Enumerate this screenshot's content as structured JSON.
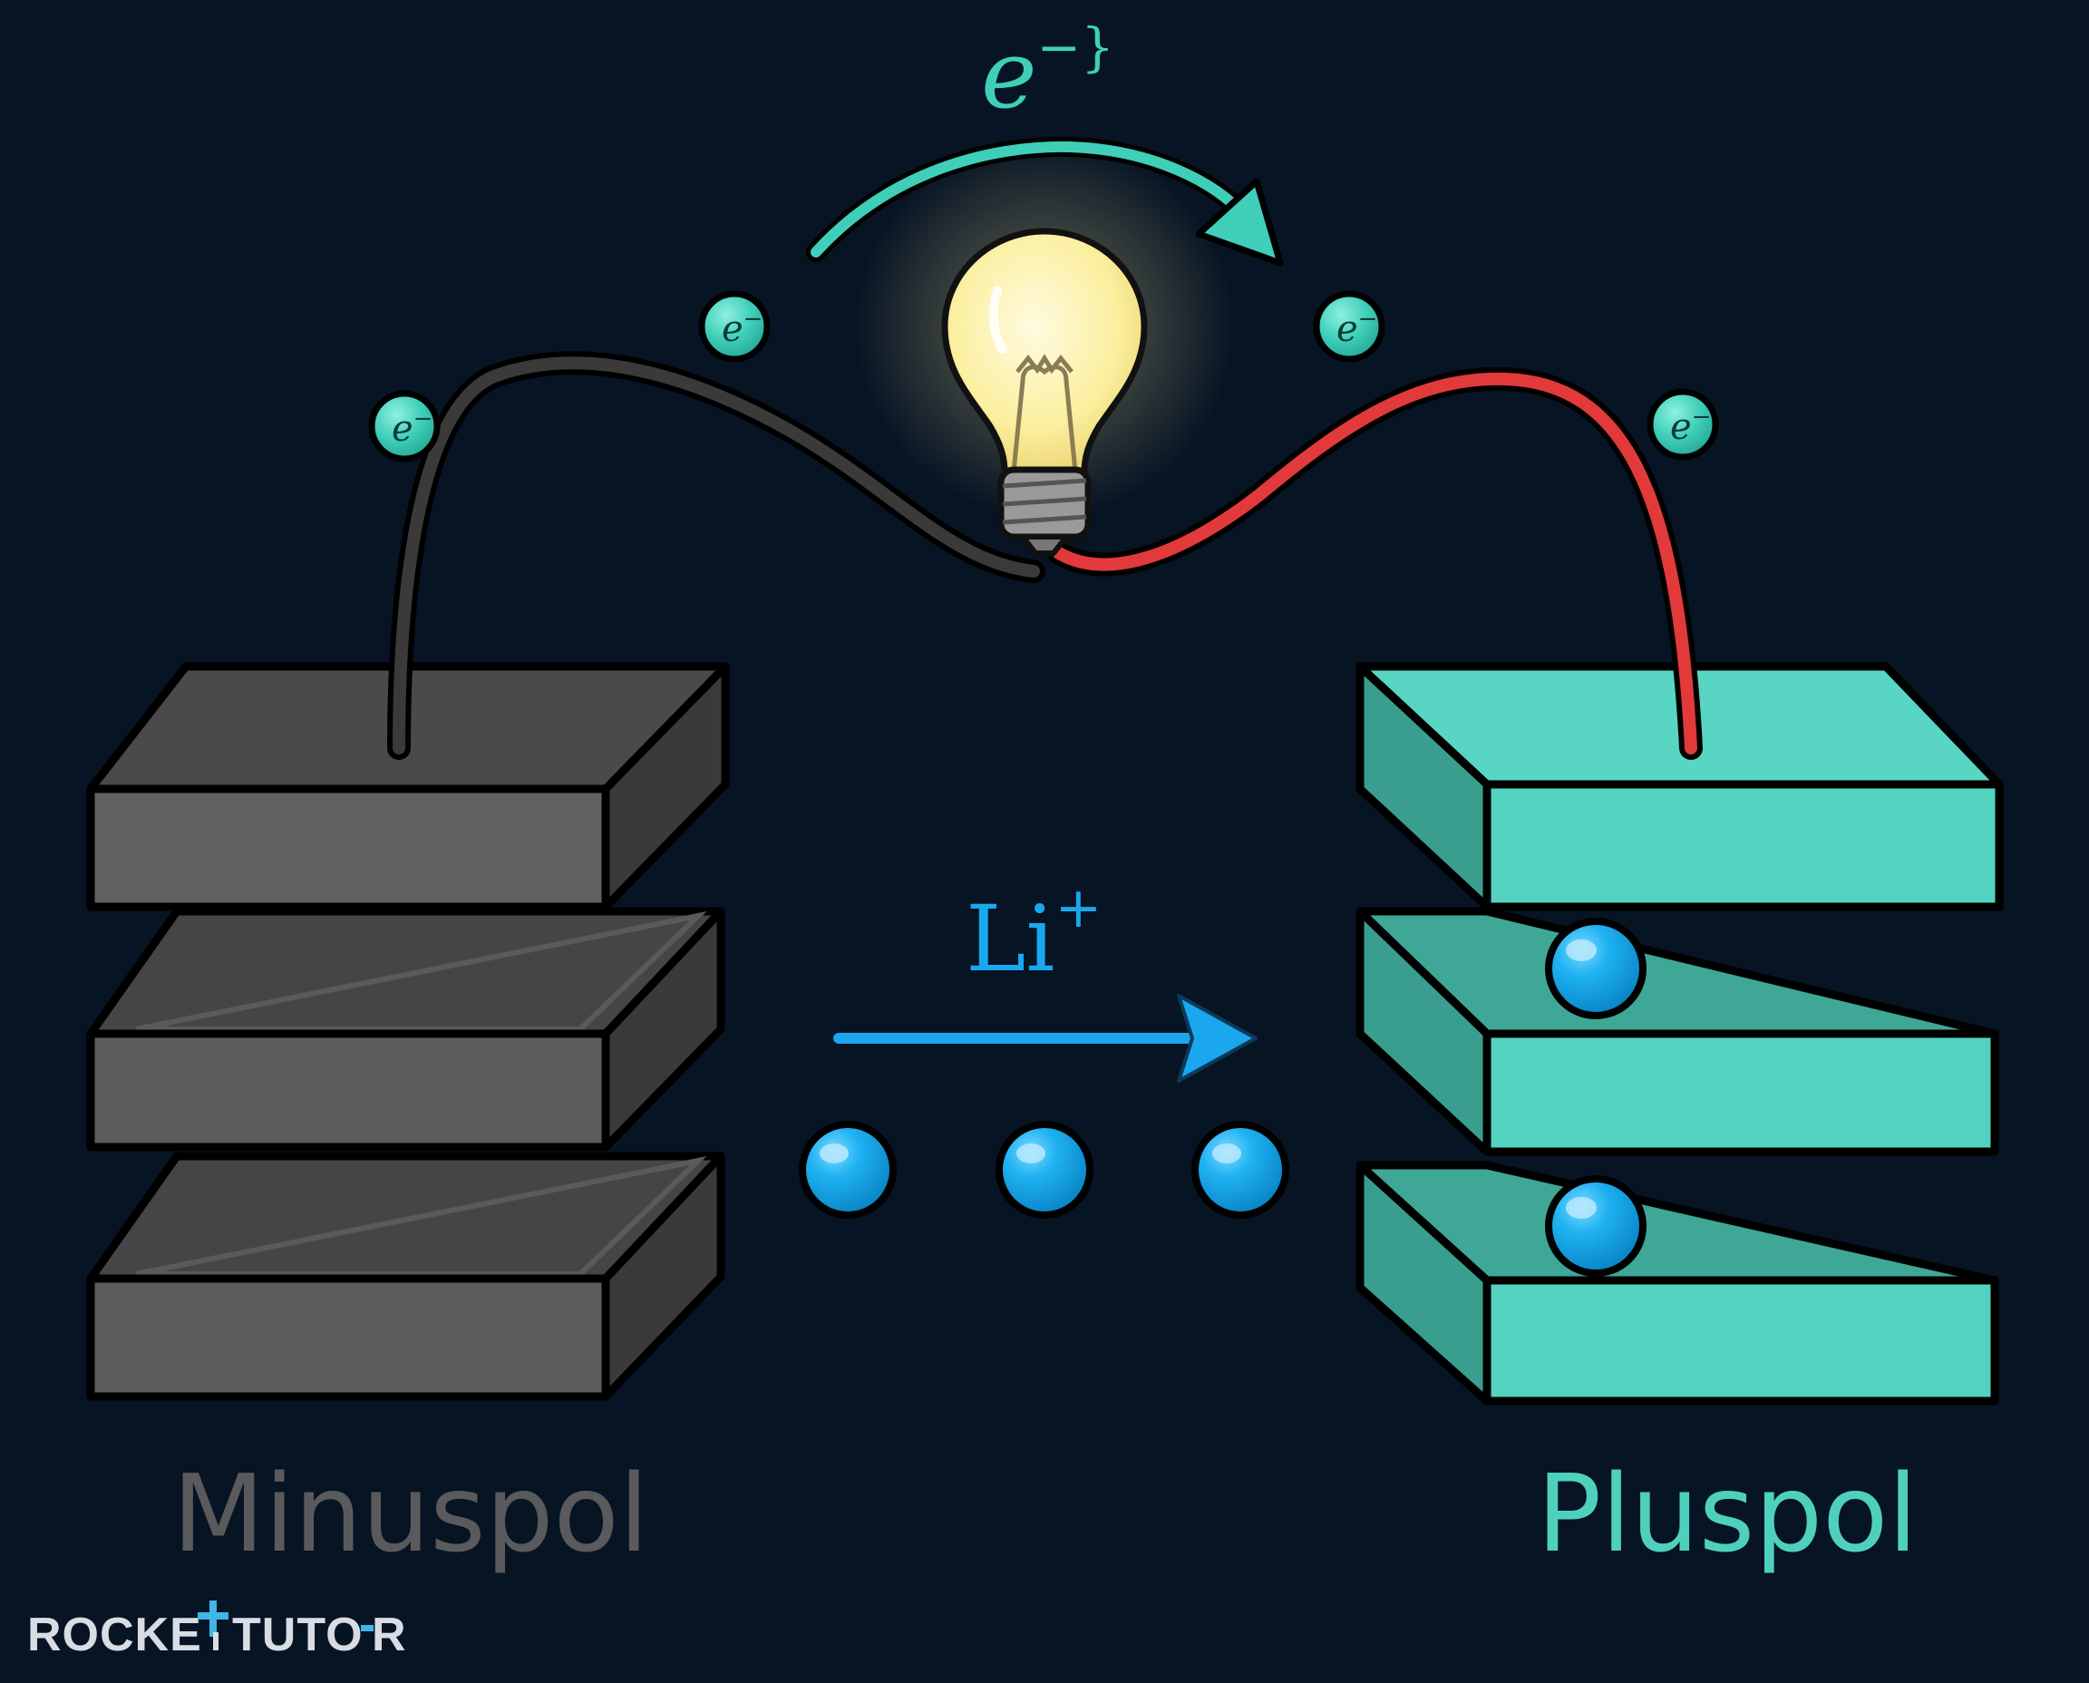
{
  "labels": {
    "negative_pole": "Minuspol",
    "positive_pole": "Pluspol",
    "electron_flow": "e",
    "electron_flow_sup": "−}",
    "ion_flow": "Li",
    "ion_flow_sup": "+",
    "electron_symbol": "e",
    "electron_symbol_sup": "−",
    "watermark_left": "ROCKE",
    "watermark_right": "TUTO",
    "watermark_end": "R"
  },
  "colors": {
    "background": "#071424",
    "negative_electrode": "#4a4a4c",
    "positive_electrode": "#54d2c0",
    "electron": "#3fcfb9",
    "lithium_ion": "#12a9e8",
    "negative_wire": "#3a3a3a",
    "positive_wire": "#e23a3a",
    "arrow_electron": "#3fcfb9",
    "arrow_ion": "#1aa7ee",
    "bulb_glow": "#fff3b0"
  },
  "icons": {
    "bulb": "light-bulb-icon",
    "electron": "electron-icon",
    "ion": "lithium-ion-icon"
  }
}
